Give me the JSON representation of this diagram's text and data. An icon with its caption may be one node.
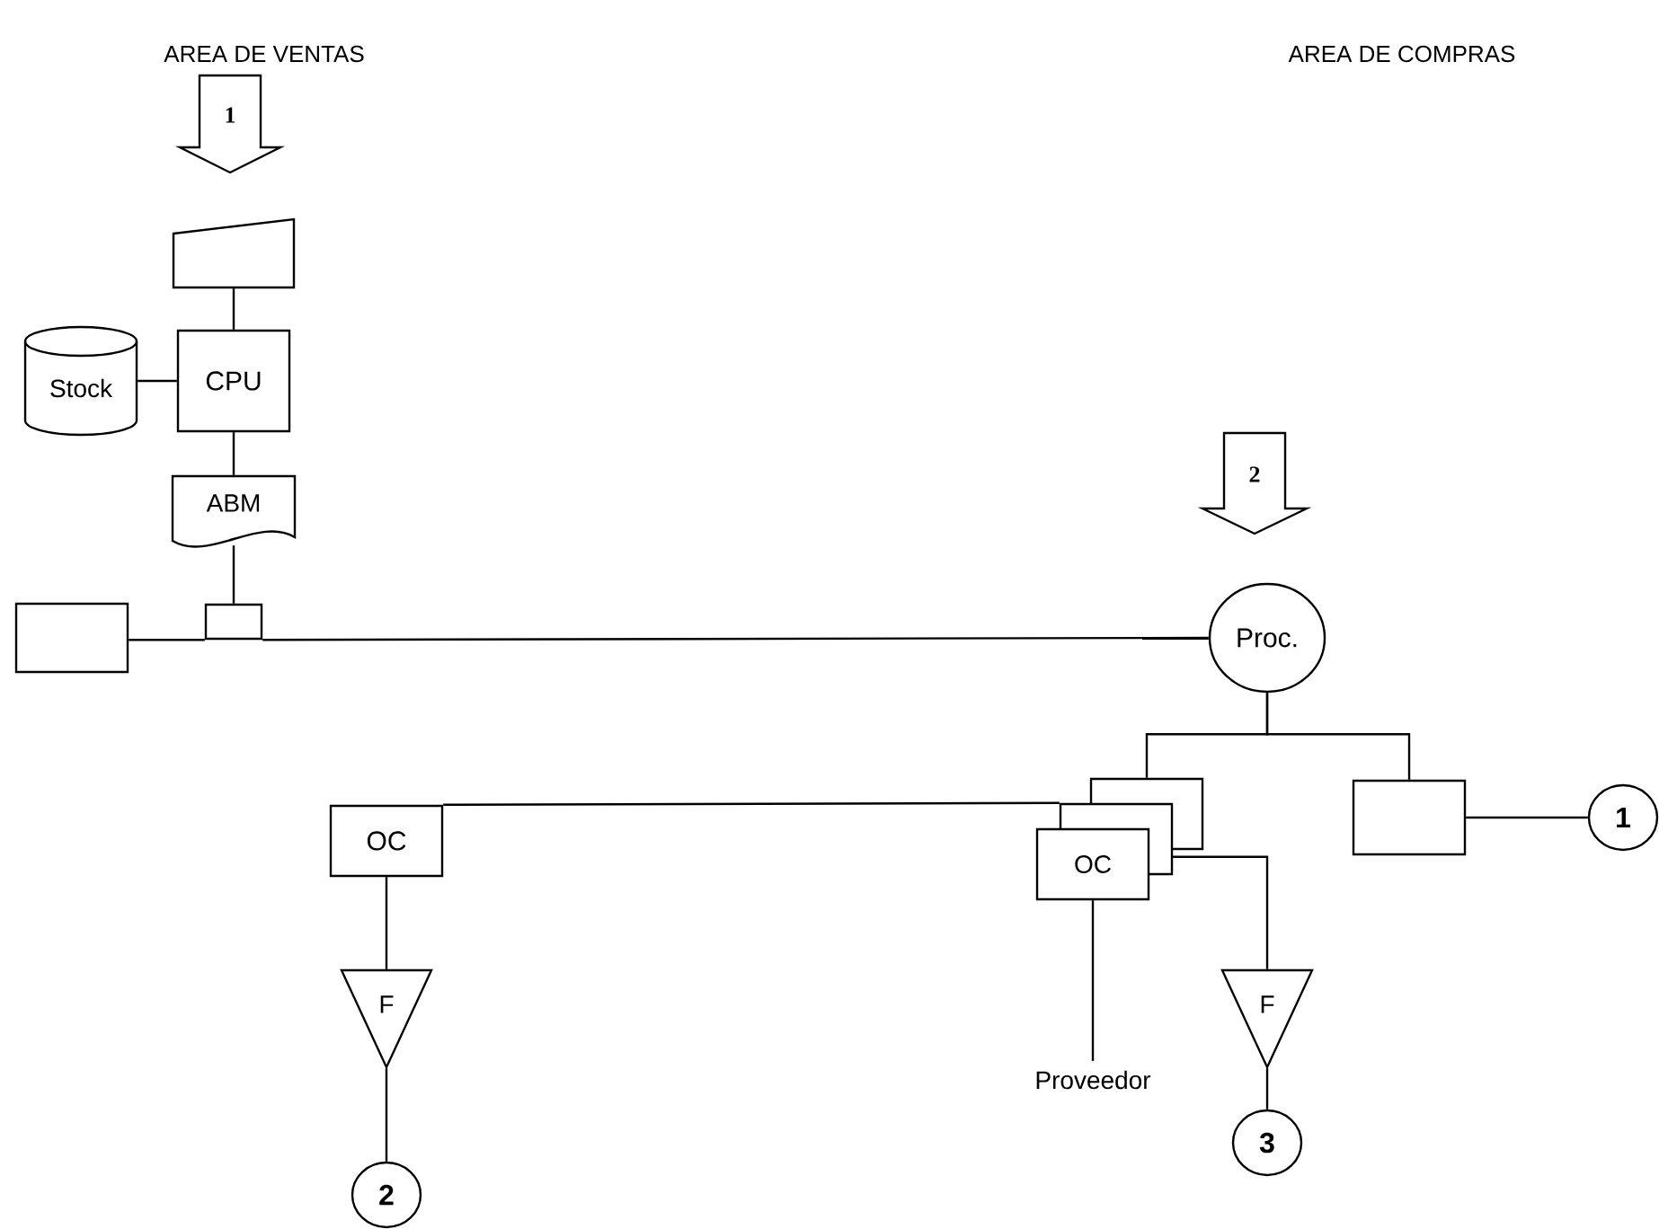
{
  "diagram": {
    "nodes": [
      {
        "text": [
          "1"
        ]
      },
      {
        "text": [],
        "shape": "trapezoid"
      },
      {
        "text": [
          "CPU"
        ]
      },
      {
        "text": [
          "Stock"
        ]
      },
      {
        "text": [
          "ABM"
        ]
      },
      {
        "text": [],
        "shape": "box"
      },
      {
        "text": [],
        "shape": "box"
      },
      {
        "text": [
          "2"
        ]
      },
      {
        "text": [
          "Proc."
        ]
      },
      {
        "text": [
          "OC"
        ]
      },
      {
        "text": [],
        "shape": "box"
      },
      {
        "text": [
          "OC"
        ]
      },
      {
        "text": [
          "F"
        ]
      },
      {
        "text": [
          "2"
        ]
      },
      {
        "text": [
          "F"
        ]
      },
      {
        "text": [
          "3"
        ]
      },
      {
        "text": [
          "1"
        ]
      },
      {
        "text": [
          "Proveedor"
        ]
      }
    ],
    "edges": [
      {
        "from": 1,
        "to": 2,
        "arrow": "none"
      },
      {
        "from": 3,
        "to": 2,
        "arrow": "none"
      },
      {
        "from": 2,
        "to": 4,
        "arrow": "none"
      },
      {
        "from": 4,
        "to": 5,
        "arrow": "none"
      },
      {
        "from": 6,
        "to": 5,
        "arrow": "none"
      },
      {
        "from": 5,
        "to": 8,
        "arrow": "none"
      },
      {
        "from": 8,
        "to": 9,
        "arrow": "none"
      },
      {
        "from": 8,
        "to": 10,
        "arrow": "none"
      },
      {
        "from": 11,
        "to": 9,
        "arrow": "none"
      },
      {
        "from": 9,
        "to": 17,
        "arrow": "none"
      },
      {
        "from": 9,
        "to": 14,
        "arrow": "none"
      },
      {
        "from": 11,
        "to": 12,
        "arrow": "none"
      },
      {
        "from": 12,
        "to": 13,
        "arrow": "none"
      },
      {
        "from": 14,
        "to": 15,
        "arrow": "none"
      },
      {
        "from": 10,
        "to": 16,
        "arrow": "none"
      }
    ],
    "labels": [
      "AREA DE VENTAS",
      "AREA DE COMPRAS"
    ]
  }
}
